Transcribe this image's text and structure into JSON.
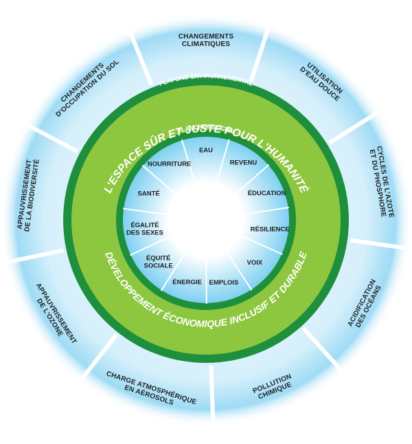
{
  "colors": {
    "dark_green": "#1e8f3c",
    "light_green": "#8dc63f",
    "sky_blue": "#6cc6ef",
    "center_white": "#ffffff"
  },
  "ring_top_text": "L'ESPACE SÛR ET JUSTE POUR L'HUMANITÉ",
  "ring_bottom_text": "DÉVELOPPEMENT ÉCONOMIQUE INCLUSIF ET DURABLE",
  "ceiling_label": "PLAFOND ENVIRONNEMENTAL",
  "floor_label": "PLANCHER SOCIAL",
  "outer_items": [
    {
      "lines": [
        "CHANGEMENTS",
        "CLIMATIQUES"
      ]
    },
    {
      "lines": [
        "UTILISATION",
        "D'EAU DOUCE"
      ]
    },
    {
      "lines": [
        "CYCLES DE L'AZOTE",
        "ET DU PHOSPHORE"
      ]
    },
    {
      "lines": [
        "ACIDIFICATION",
        "DES OCÉANS"
      ]
    },
    {
      "lines": [
        "POLLUTION",
        "CHIMIQUE"
      ]
    },
    {
      "lines": [
        "CHARGE ATMOSPHÉRIQUE",
        "EN AÉROSOLS"
      ]
    },
    {
      "lines": [
        "APPAUVRISSEMENT",
        "DE L'OZONE"
      ]
    },
    {
      "lines": [
        "APPAUVRISSEMENT",
        "DE LA BIODIVERSITÉ"
      ]
    },
    {
      "lines": [
        "CHANGEMENTS",
        "D'OCCUPATION DU SOL"
      ]
    }
  ],
  "inner_items": [
    {
      "lines": [
        "EAU"
      ]
    },
    {
      "lines": [
        "REVENU"
      ]
    },
    {
      "lines": [
        "ÉDUCATION"
      ]
    },
    {
      "lines": [
        "RÉSILIENCE"
      ]
    },
    {
      "lines": [
        "VOIX"
      ]
    },
    {
      "lines": [
        "EMPLOIS"
      ]
    },
    {
      "lines": [
        "ÉNERGIE"
      ]
    },
    {
      "lines": [
        "ÉQUITÉ",
        "SOCIALE"
      ]
    },
    {
      "lines": [
        "ÉGALITÉ",
        "DES SEXES"
      ]
    },
    {
      "lines": [
        "SANTÉ"
      ]
    },
    {
      "lines": [
        "NOURRITURE"
      ]
    }
  ]
}
